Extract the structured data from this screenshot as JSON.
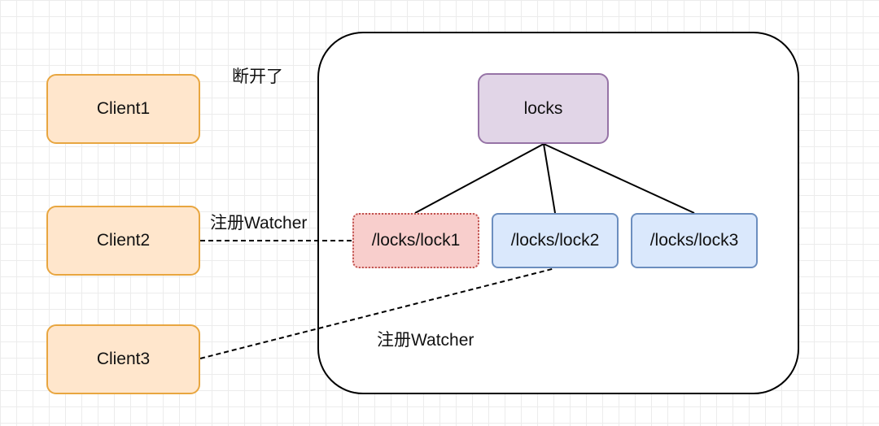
{
  "clients": [
    {
      "label": "Client1"
    },
    {
      "label": "Client2"
    },
    {
      "label": "Client3"
    }
  ],
  "tree": {
    "root": {
      "label": "locks"
    },
    "children": [
      {
        "label": "/locks/lock1",
        "state": "held"
      },
      {
        "label": "/locks/lock2",
        "state": "normal"
      },
      {
        "label": "/locks/lock3",
        "state": "normal"
      }
    ]
  },
  "annotations": {
    "disconnected": "断开了",
    "register_watcher_client2": "注册Watcher",
    "register_watcher_client3": "注册Watcher"
  },
  "colors": {
    "client_fill": "#ffe6cc",
    "client_stroke": "#e8a640",
    "root_fill": "#e1d5e7",
    "root_stroke": "#9673a6",
    "held_fill": "#f8cecc",
    "held_stroke": "#c0504d",
    "lock_fill": "#dae8fc",
    "lock_stroke": "#6c8ebf"
  }
}
